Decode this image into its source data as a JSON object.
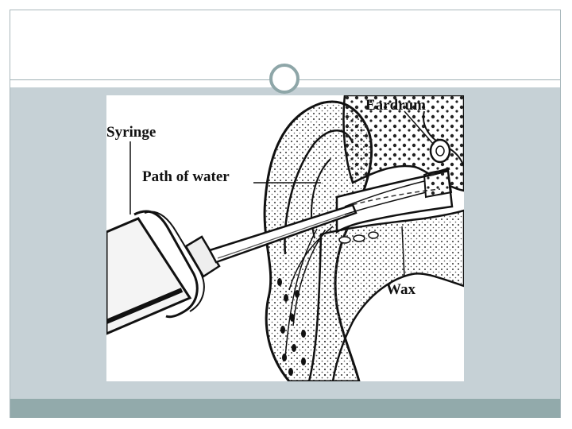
{
  "slide": {
    "title": "",
    "figure": {
      "labels": {
        "syringe": "Syringe",
        "path_of_water": "Path of water",
        "eardrum": "Eardrum",
        "wax": "Wax"
      },
      "illustration": "ear-irrigation-diagram"
    }
  }
}
